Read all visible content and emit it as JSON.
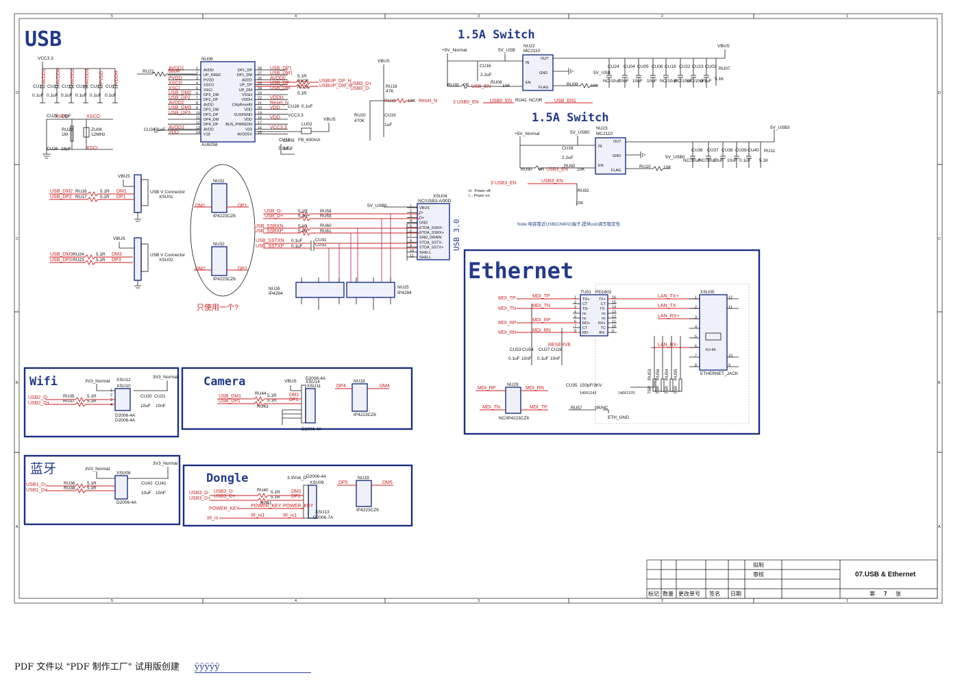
{
  "sections": {
    "usb": "USB",
    "switch_a": "1.5A Switch",
    "switch_b": "1.5A Switch",
    "ethernet": "Ethernet",
    "wifi": "Wifi",
    "camera": "Camera",
    "bluetooth": "蓝牙",
    "dongle": "Dongle",
    "usb30": "USB 3.0"
  },
  "hub": {
    "ref": "NU06",
    "part": "AU6258",
    "left_pins": [
      "AVDD",
      "UP_RREF",
      "PVDD",
      "XSCO",
      "XSCI",
      "DP2_DM",
      "DP2_DP",
      "AVDD",
      "DP3_DM",
      "DP3_DP",
      "DP4_DM",
      "DP4_DP",
      "AVDD",
      "V18"
    ],
    "left_nums": [
      "1",
      "2",
      "3",
      "4",
      "5",
      "6",
      "7",
      "8",
      "9",
      "10",
      "11",
      "12",
      "13",
      "14"
    ],
    "right_pins": [
      "DP1_DP",
      "DP1_DM",
      "AVDD",
      "UP_DP",
      "UP_DM",
      "VSSH",
      "VDDH",
      "CNpResetN",
      "VDD",
      "SUSPEND",
      "VDD",
      "BUS_PWREDN",
      "V33",
      "AVDD5V"
    ],
    "right_nums": [
      "28",
      "27",
      "26",
      "25",
      "24",
      "23",
      "22",
      "21",
      "20",
      "19",
      "18",
      "17",
      "16",
      "15"
    ],
    "left_nets": [
      "AVDD1",
      "",
      "PVDD",
      "XSCO",
      "XSCI",
      "USB_DM2",
      "USB_DP2",
      "AVDD2",
      "USB_DM3",
      "USB_DP3",
      "",
      "",
      "AVDD3",
      "VDD"
    ],
    "right_nets": [
      "USB_DP1",
      "USB_DM1",
      "AVDD0",
      "USB_DP",
      "USB_DM",
      "",
      "VDDH",
      "Reset_N",
      "VDD",
      "",
      "VDD",
      "",
      "VCC3.3",
      ""
    ]
  },
  "labels": {
    "vcc33": "VCC3.3",
    "vbus": "VBUS",
    "v5_normal": "+5V_Normal",
    "v5_usb": "5V_USB",
    "v5_usb0": "5V_USB0",
    "v5_usb3": "5V_USB3",
    "v5_usb_b": "5V_USB",
    "v5_usb0_b": "5V_USB0",
    "ru21": "RU21",
    "ru21v": "680R",
    "ru22": "RU22",
    "ru22v": "1M",
    "zu06": "ZU06",
    "zu06v": "12MHz",
    "cu25": "CU25",
    "cu25v": "18pF",
    "cu26": "CU26",
    "cu26v": "18pF",
    "cu34": "CU34",
    "cu34v": "1uF",
    "caps_row": [
      "CU11",
      "CU12",
      "CU13",
      "CU14",
      "CU15",
      "CU17"
    ],
    "caps_vals": [
      "0.1uF",
      "0.1uF",
      "0.1uF",
      "0.1uF",
      "0.1uF",
      "0.1uF"
    ],
    "avdd_labels": [
      "AVDD1",
      "AVDD0",
      "AVDD2",
      "AVDD3",
      "PVDD",
      "VDDH"
    ],
    "ru25": "RU25",
    "ru25v": "5.1R",
    "ru26": "RU26",
    "ru26v": "5.1R",
    "usbup_dp": "USBUP_DP_H",
    "usbup_dm": "USBUP_DM_H",
    "usb0_dp": "USB0_D+",
    "usb0_dm": "USB0_D-",
    "ru18": "RU18",
    "ru18v": "47K",
    "ru19": "RU19",
    "ru19v": "10K",
    "reset_n": "Reset_N",
    "ru20": "RU20",
    "ru20v": "470K",
    "cu33": "CU33",
    "cu33v": "1uF",
    "cu28": "CU28",
    "cu28v": "0.1uF",
    "cu09": "CU09",
    "cu09v": "10uF",
    "cu10": "CU10",
    "cu10v": "2.2uF",
    "lu02": "LU02",
    "lu02v": "FB_600mA",
    "xsu01": "XSU01",
    "xsu01t": "USB V Connector",
    "xsu02": "XSU02",
    "xsu02t": "USB V Connector",
    "usb_dm2": "USB_DM2",
    "usb_dp2": "USB_DP2",
    "ru16": "RU16",
    "ru17": "RU17",
    "dm1": "DM1",
    "dp1": "DP1",
    "usb_dm3": "USB_DM3",
    "usb_dp3": "USB_DP3",
    "ru24": "RU24",
    "ru23": "RU23",
    "dm3": "DM3",
    "dp3": "DP3",
    "dm2": "DM2",
    "dp2": "DP2",
    "r51": "5.1R",
    "nu31": "NU31",
    "nu32": "NU32",
    "ip4223": "IP4223CZ6",
    "only_one": "只使用一个?",
    "xsu04": "XSU04",
    "xsu04t": "NC/USB3-A/90D",
    "usb3_pins": [
      "VBUS",
      "D-",
      "D+",
      "GND",
      "STDA_SSRX-",
      "STDA_SSRX+",
      "GND_DRAIN",
      "STDA_SSTX-",
      "STDA_SSTX+",
      "SHELL",
      "SHELL"
    ],
    "usb3_nums": [
      "1",
      "2",
      "3",
      "4",
      "5",
      "6",
      "7",
      "8",
      "9",
      "10",
      "11"
    ],
    "usb_d_m": "USB_D-",
    "usb_d_p": "USB_D+",
    "ru58": "RU58",
    "ru59": "RU59",
    "ru60": "RU60",
    "ru61": "RU61",
    "usb_ssrxn": "USB_SSRXN",
    "usb_ssrxp": "USB_SSRXP",
    "usb_sstxn": "USB_SSTXN",
    "usb_sstxp": "USB_SSTXP",
    "cu31": "CU31",
    "cu32": "CU32",
    "c01uf": "0.1uF",
    "nu26": "NU26",
    "nu25": "NU25",
    "ip4284": "IP4284",
    "nu22": "NU22",
    "mc2110": "MC2110",
    "sw_in": "IN",
    "sw_gnd": "GND",
    "sw_en": "EN",
    "sw_out": "OUT",
    "sw_flag": "FLAG",
    "cu16": "CU16",
    "cu16v": "2.2uF",
    "ru39": "RU39",
    "ru39v": "0R",
    "ru08": "RU08",
    "ru08v": "10K",
    "ru09": "RU09",
    "ru09v": "10K",
    "usb_en": "USB_EN",
    "usb0_en_lbl": "3  USB0_EN",
    "usb0_en": "USB0_EN",
    "ru42": "RU42",
    "ru42v": "NC/0R",
    "usb_en1": "USB_EN1",
    "sw_caps": [
      "CU24",
      "CU04",
      "CU05",
      "CU06",
      "CU19",
      "CU22",
      "CU23",
      "CU03"
    ],
    "sw_caps_v": [
      "NC/10uF",
      "10uF",
      "10uF",
      "10uF",
      "NC/10uF",
      "NC/10uF",
      "NC/10uF",
      "0.1uF"
    ],
    "ru07": "RU07",
    "ru07v": "5.1K",
    "nu23": "NU23",
    "cu18": "CU18",
    "cu18v": "2.2uF",
    "ru90": "RU90",
    "ru90v": "0R",
    "usb3_en": "USB3_EN",
    "ru92a": "RU92",
    "ru92av": "10K",
    "ru10": "RU10",
    "ru10v": "10K",
    "sw2_caps": [
      "CU36",
      "CU37",
      "CU38",
      "CU39",
      "CU40"
    ],
    "sw2_caps_v": [
      "NC/10uF",
      "NC/10uF",
      "10uF",
      "10uF",
      "0.1uF"
    ],
    "ru11": "RU11",
    "ru11v": "5.1K",
    "usb3_en_lbl": "3  USB3_EN",
    "usb3_en_b": "USB3_EN",
    "ru92": "RU92",
    "ru92v": "10K",
    "power_off": "H : Power off",
    "power_on": "L : Power on",
    "note": "Note:电容靠近USB(CN602)端子,提供usb调写稳定性",
    "tu01": "TU01",
    "pd1602": "PD1602",
    "tu_left": [
      "TD+",
      "CT",
      "TD-",
      "nc",
      "nc",
      "RD+",
      "CT",
      "RD-"
    ],
    "tu_left_n": [
      "1",
      "2",
      "3",
      "4",
      "5",
      "6",
      "7",
      "8"
    ],
    "tu_right": [
      "TX+",
      "CT",
      "TX-",
      "nc",
      "nc",
      "RX+",
      "TC",
      "RX-"
    ],
    "tu_right_n": [
      "16",
      "15",
      "14",
      "13",
      "12",
      "11",
      "10",
      "9"
    ],
    "mdi": [
      "MDI_TP",
      "MDI_TN",
      "MDI_RP",
      "MDI_RN"
    ],
    "lan": [
      "LAN_TX+",
      "LAN_TX-",
      "LAN_RX+",
      "LAN_RX-"
    ],
    "xsu05": "XSU05",
    "rj45": "RJ-45",
    "eth_jack": "ETHERNET_JACK",
    "rj_nums": [
      "1",
      "2",
      "3",
      "4",
      "5",
      "6",
      "7",
      "8",
      "10",
      "9",
      "12",
      "11"
    ],
    "ru53": "RU53",
    "ru56": "RU56",
    "ru54": "RU54",
    "ru55": "RU55",
    "r75": "75R",
    "cu53": "CU53",
    "cu54": "CU54",
    "cu27": "CU27",
    "cu28b": "CU28",
    "c01": "0.1uF",
    "c10n": "10nF",
    "reserve": "RESERVE",
    "nu29": "NU29",
    "ncip": "NC/IP4223CZ6",
    "cu35": "CU35",
    "cu35v": "150pF/3KV",
    "ru57": "RU57",
    "ru57v": "0R/NC",
    "eth_gnd": "ETH_GND",
    "code1": "14001242",
    "code2": "14001370",
    "v3n": "3V3_Normal",
    "v3n2": "3V3_Normal",
    "xsu12": "XSU12",
    "xsu10": "XSU10",
    "d2006": "D2006-4A",
    "usb2_dm": "USB2_D-",
    "usb2_dp": "USB2_D+",
    "ru35": "RU35",
    "ru37": "RU37",
    "cu20": "CU20",
    "cu21": "CU21",
    "c10u": "10uF",
    "c10n2": "10nF",
    "xsu14": "XSU14",
    "xsu11": "XSU11",
    "usb_dm1": "USB_DM1",
    "usb_dp1": "USB_DP1",
    "ru44": "RU44",
    "ru43": "RU43",
    "nu18": "NU18",
    "dp4": "DP4",
    "dm4": "DM4",
    "xsu08": "XSU08",
    "usb1_dm": "USB1_D-",
    "usb1_dp": "USB1_D+",
    "ru36": "RU36",
    "ru38": "RU38",
    "cu42": "CU42",
    "cu41": "CU41",
    "v33sb": "3.3Vsb_D",
    "xsu09": "XSU09",
    "xsu13": "XSU13",
    "d2006_7": "D2006-7A",
    "usb3_dm": "USB3_D-",
    "usb3_dp": "USB3_D+",
    "ru40": "RU40",
    "ru41": "RU41",
    "power_key": "POWER_KEY",
    "ir_in": "IR_in",
    "ir_in1": "IR_in1",
    "nu19": "NU19",
    "dp5": "DP5",
    "dm5": "DM5"
  },
  "title_block": {
    "draw": "拟制",
    "check": "审核",
    "mark": "标记",
    "qty": "数量",
    "change": "更改单号",
    "sign": "签名",
    "date": "日期",
    "title": "07.USB & Ethernet",
    "sheet_prefix": "第",
    "sheet_no": "7",
    "sheet_suffix": "张"
  },
  "border": {
    "cols": [
      "5",
      "4",
      "3",
      "2",
      "1"
    ],
    "rows": [
      "D",
      "C",
      "B",
      "A"
    ]
  },
  "footer": {
    "text": "PDF 文件以 \"PDF 制作工厂\" 试用版创建",
    "link": "ÿÿÿÿÿ"
  },
  "colors": {
    "title_blue": "#233a8a",
    "net_red": "#c81e1e",
    "net_blue": "#223f8a",
    "box": "#1a2f80"
  }
}
